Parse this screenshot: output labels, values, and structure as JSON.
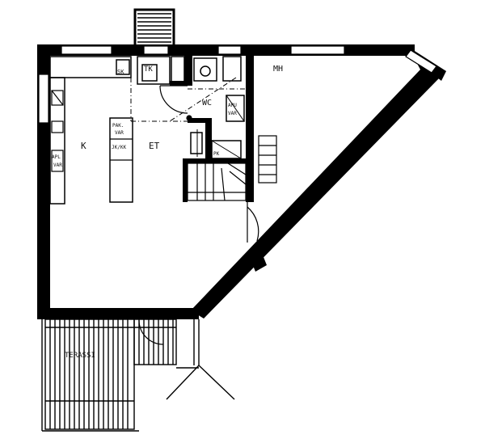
{
  "plan": {
    "rooms": {
      "kitchen": "K",
      "hall": "ET",
      "wc": "WC",
      "living": "MH",
      "terrace": "TERASSI"
    },
    "fixtures": {
      "sink": "SK",
      "drying_cabinet": "TK",
      "pantry_label": "PAK.",
      "pantry_sub": "VAR",
      "cold_label": "JK/KK",
      "oven_label": "APL",
      "oven_sub": "VAR",
      "wc_storage": "APU",
      "wc_storage_sub": "VAR",
      "closet": "PK"
    }
  }
}
